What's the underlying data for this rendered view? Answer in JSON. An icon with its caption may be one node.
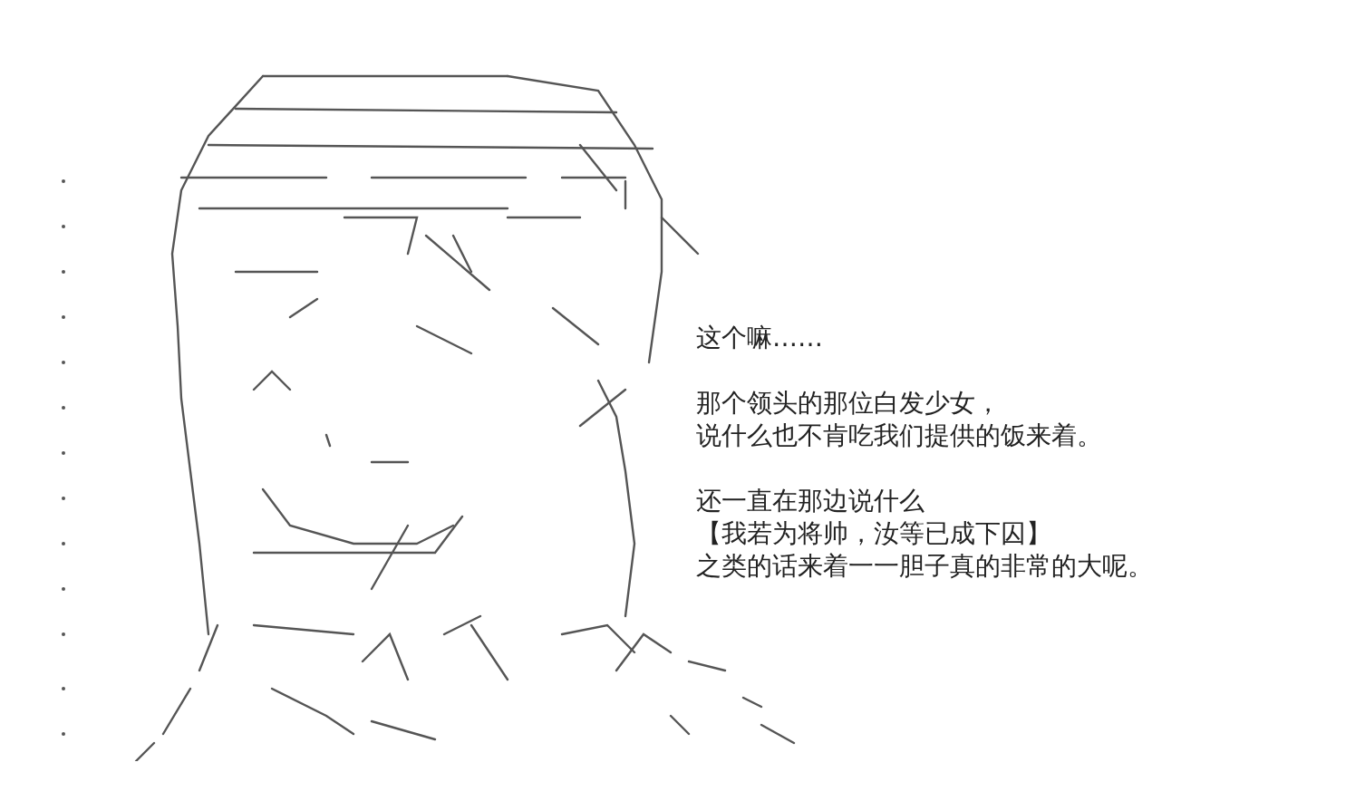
{
  "diagram": {
    "labels": [
      "这个嘛……",
      "那个领头的那位白发少女，",
      "说什么也不肯吃我们提供的饭来着。",
      "还一直在那边说什么",
      "【我若为将帅，汝等已成下囚】",
      "之类的话来着一一胆子真的非常的大呢。"
    ]
  }
}
